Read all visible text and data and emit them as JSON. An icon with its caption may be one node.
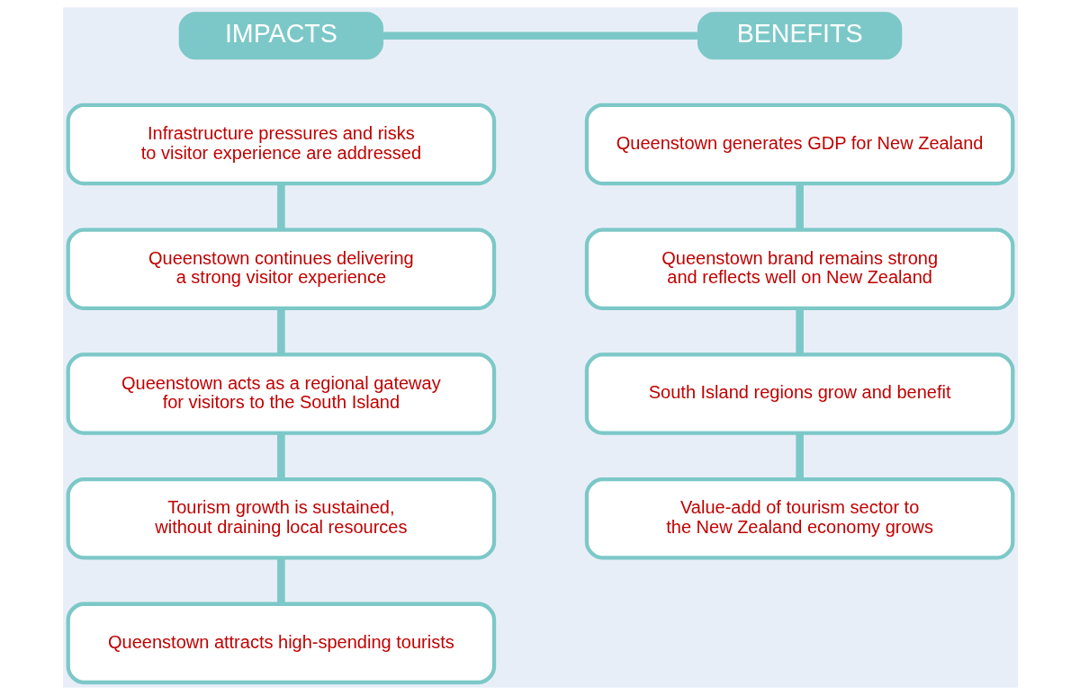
{
  "diagram": {
    "nodes": [
      {
        "text": [
          "IMPACTS"
        ]
      },
      {
        "text": [
          "Infrastructure pressures and risks to visitor experience are addressed"
        ]
      },
      {
        "text": [
          "Queenstown continues delivering a strong visitor experience"
        ]
      },
      {
        "text": [
          "Queenstown acts as a regional gateway for visitors to the South Island"
        ]
      },
      {
        "text": [
          "Tourism growth is sustained, without draining local resources"
        ]
      },
      {
        "text": [
          "Queenstown attracts high-spending tourists"
        ]
      },
      {
        "text": [
          "BENEFITS"
        ]
      },
      {
        "text": [
          "Queenstown generates GDP for New Zealand"
        ]
      },
      {
        "text": [
          "Queenstown brand remains strong and reflects well on New Zealand"
        ]
      },
      {
        "text": [
          "South Island regions grow and benefit"
        ]
      },
      {
        "text": [
          "Value-add of tourism sector to the New Zealand economy grows"
        ]
      }
    ],
    "edges": [
      {
        "from": 0,
        "to": 6,
        "arrow": "none"
      },
      {
        "from": 1,
        "to": 2,
        "arrow": "none"
      },
      {
        "from": 2,
        "to": 3,
        "arrow": "none"
      },
      {
        "from": 3,
        "to": 4,
        "arrow": "none"
      },
      {
        "from": 4,
        "to": 5,
        "arrow": "none"
      },
      {
        "from": 7,
        "to": 8,
        "arrow": "none"
      },
      {
        "from": 8,
        "to": 9,
        "arrow": "none"
      },
      {
        "from": 9,
        "to": 10,
        "arrow": "none"
      }
    ]
  }
}
